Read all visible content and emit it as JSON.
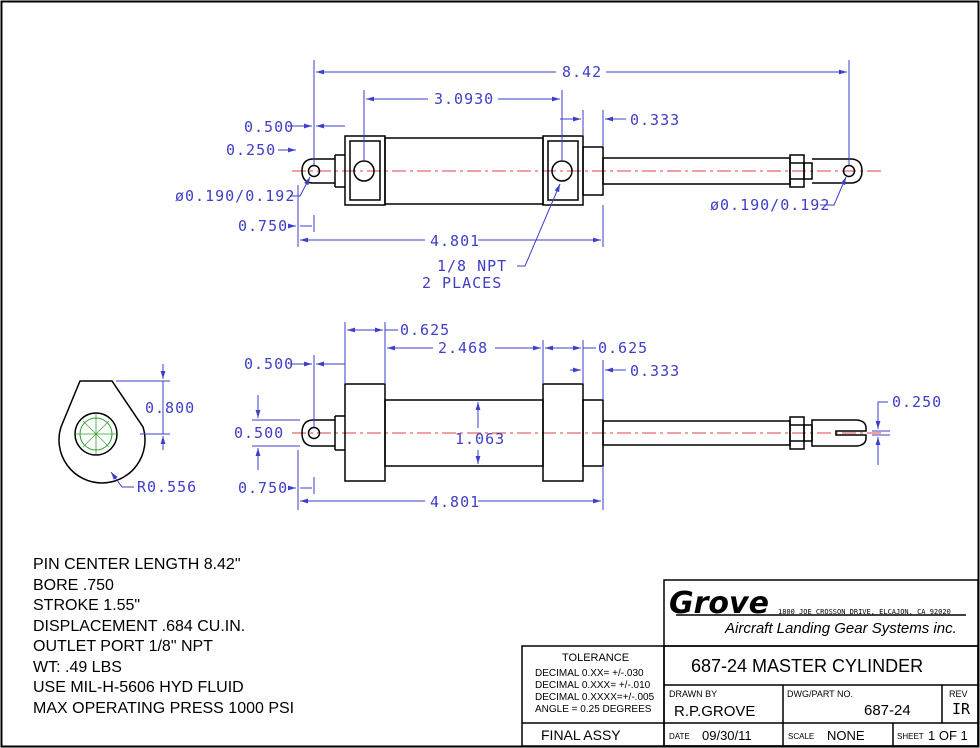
{
  "drawing": {
    "top_view": {
      "overall": "8.42",
      "port_spacing": "3.0930",
      "eye_offset_a": "0.500",
      "eye_offset_b": "0.250",
      "left_hole": "ø0.190/0.192",
      "right_hole": "ø0.190/0.192",
      "eye_len": "0.750",
      "body_len": "4.801",
      "cap_len": "0.333",
      "port_note_1": "1/8 NPT",
      "port_note_2": "2 PLACES"
    },
    "side_view": {
      "cap_left": "0.625",
      "barrel_len": "2.468",
      "cap_right": "0.625",
      "gland_len": "0.333",
      "eye_offset": "0.500",
      "eye_height": "0.500",
      "bore_dia": "1.063",
      "eye_len": "0.750",
      "body_len": "4.801",
      "clevis_slot": "0.250"
    },
    "end_view": {
      "height": "0.800",
      "radius": "R0.556"
    }
  },
  "notes": [
    "PIN CENTER LENGTH 8.42\"",
    "BORE .750",
    "STROKE 1.55\"",
    "DISPLACEMENT .684 CU.IN.",
    "OUTLET PORT 1/8\" NPT",
    "WT: .49 LBS",
    "USE MIL-H-5606 HYD FLUID",
    "MAX OPERATING PRESS 1000 PSI"
  ],
  "title_block": {
    "company": "Grove",
    "address": "1800 JOE CROSSON DRIVE, ELCAJON, CA 92020",
    "subtitle": "Aircraft Landing Gear Systems inc.",
    "tolerance_header": "TOLERANCE",
    "tolerances": [
      "DECIMAL 0.XX=  +/-.030",
      "DECIMAL 0.XXX= +/-.010",
      "DECIMAL 0.XXXX=+/-.005",
      "ANGLE = 0.25 DEGREES"
    ],
    "title": "687-24 MASTER CYLINDER",
    "drawn_by_label": "DRAWN BY",
    "drawn_by": "R.P.GROVE",
    "part_no_label": "DWG/PART NO.",
    "part_no": "687-24",
    "rev_label": "REV",
    "rev": "IR",
    "assembly": "FINAL ASSY",
    "date_label": "DATE",
    "date": "09/30/11",
    "scale_label": "SCALE",
    "scale": "NONE",
    "sheet_label": "SHEET",
    "sheet": "1 OF 1"
  },
  "colors": {
    "dimension": "#3e3ec8",
    "centerline": "#e04040",
    "thread": "#2ca02c",
    "part": "#000000"
  }
}
